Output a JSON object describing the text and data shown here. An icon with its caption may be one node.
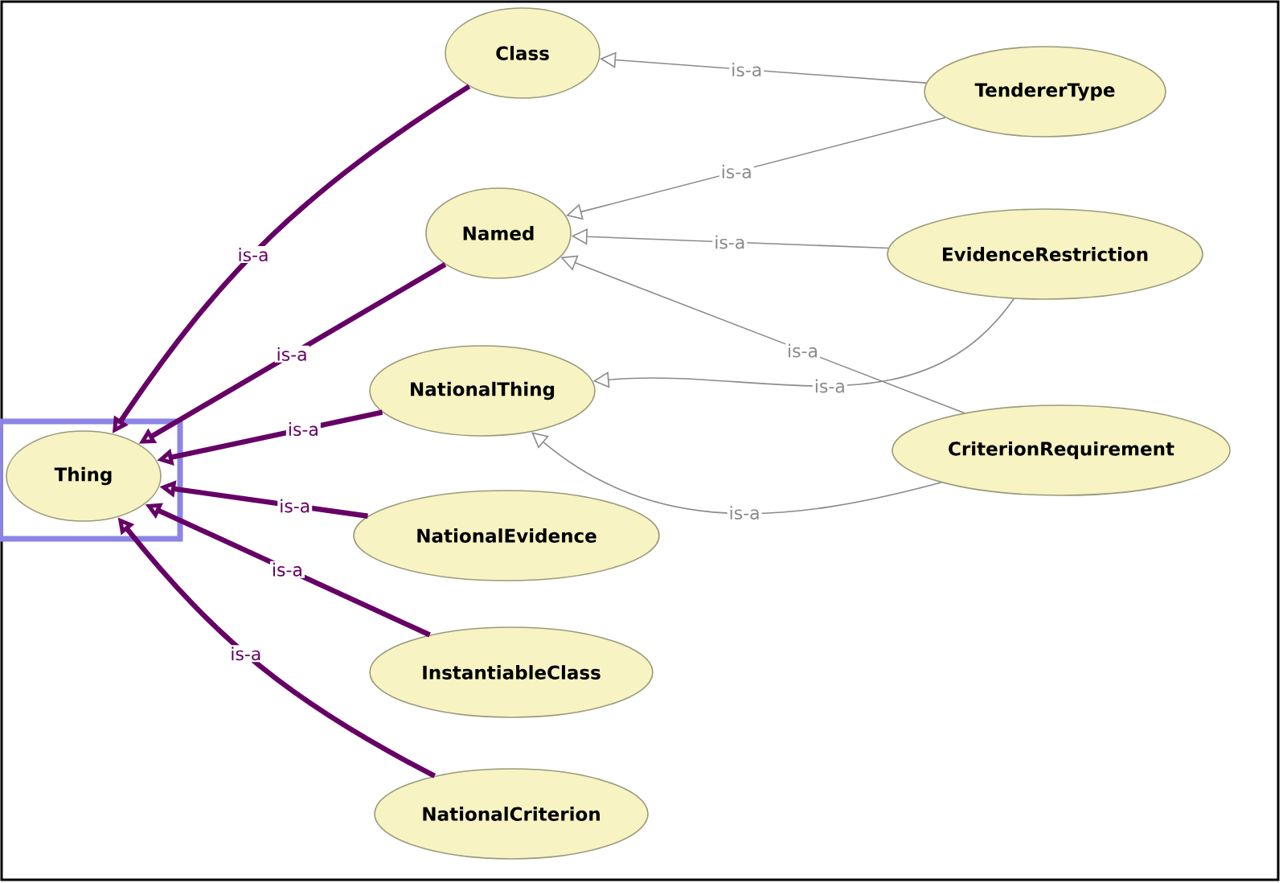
{
  "diagram": {
    "nodes": [
      {
        "text": [
          "Class"
        ]
      },
      {
        "text": [
          "TendererType"
        ]
      },
      {
        "text": [
          "Named"
        ]
      },
      {
        "text": [
          "EvidenceRestriction"
        ]
      },
      {
        "text": [
          "NationalThing"
        ]
      },
      {
        "text": [
          "Thing"
        ]
      },
      {
        "text": [
          "CriterionRequirement"
        ]
      },
      {
        "text": [
          "NationalEvidence"
        ]
      },
      {
        "text": [
          "InstantiableClass"
        ]
      },
      {
        "text": [
          "NationalCriterion"
        ]
      }
    ],
    "edges": [
      {
        "from": 1,
        "to": 0,
        "arrow": "to",
        "label": "is-a"
      },
      {
        "from": 1,
        "to": 2,
        "arrow": "to",
        "label": "is-a"
      },
      {
        "from": 3,
        "to": 2,
        "arrow": "to",
        "label": "is-a"
      },
      {
        "from": 6,
        "to": 2,
        "arrow": "to",
        "label": "is-a"
      },
      {
        "from": 3,
        "to": 4,
        "arrow": "to",
        "label": "is-a"
      },
      {
        "from": 6,
        "to": 4,
        "arrow": "to",
        "label": "is-a"
      },
      {
        "from": 0,
        "to": 5,
        "arrow": "to",
        "label": "is-a",
        "style": "thick",
        "color": "#660066"
      },
      {
        "from": 2,
        "to": 5,
        "arrow": "to",
        "label": "is-a",
        "style": "thick",
        "color": "#660066"
      },
      {
        "from": 4,
        "to": 5,
        "arrow": "to",
        "label": "is-a",
        "style": "thick",
        "color": "#660066"
      },
      {
        "from": 7,
        "to": 5,
        "arrow": "to",
        "label": "is-a",
        "style": "thick",
        "color": "#660066"
      },
      {
        "from": 8,
        "to": 5,
        "arrow": "to",
        "label": "is-a",
        "style": "thick",
        "color": "#660066"
      },
      {
        "from": 9,
        "to": 5,
        "arrow": "to",
        "label": "is-a",
        "style": "thick",
        "color": "#660066"
      }
    ]
  }
}
